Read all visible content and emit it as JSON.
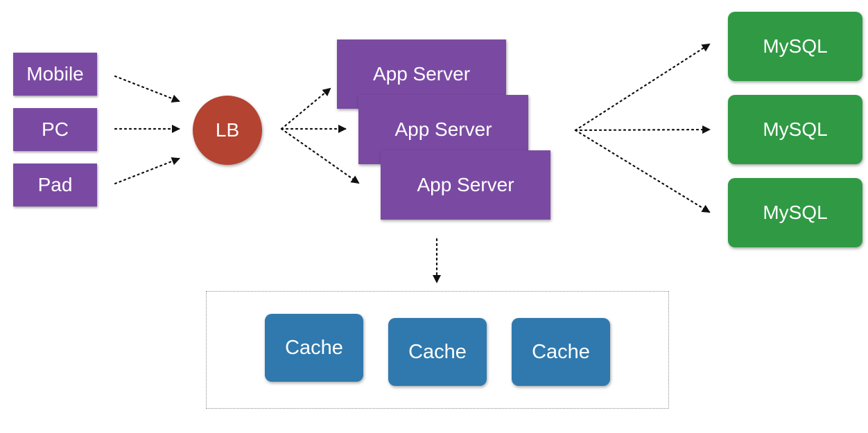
{
  "clients": [
    {
      "label": "Mobile"
    },
    {
      "label": "PC"
    },
    {
      "label": "Pad"
    }
  ],
  "load_balancer": {
    "label": "LB"
  },
  "app_servers": [
    {
      "label": "App Server"
    },
    {
      "label": "App Server"
    },
    {
      "label": "App Server"
    }
  ],
  "databases": [
    {
      "label": "MySQL"
    },
    {
      "label": "MySQL"
    },
    {
      "label": "MySQL"
    }
  ],
  "caches": [
    {
      "label": "Cache"
    },
    {
      "label": "Cache"
    },
    {
      "label": "Cache"
    }
  ],
  "colors": {
    "client": "#7a4aa3",
    "load_balancer": "#b54331",
    "app_server": "#7a4aa3",
    "database": "#2f9a43",
    "cache": "#2f79ae",
    "arrow": "#111111"
  }
}
